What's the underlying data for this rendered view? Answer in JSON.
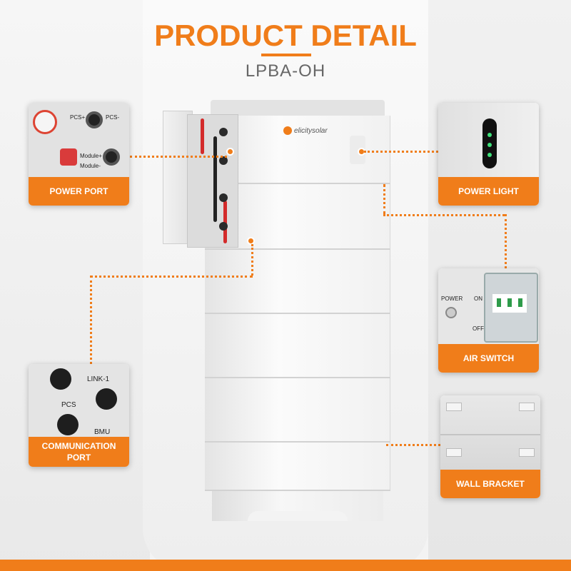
{
  "header": {
    "title": "PRODUCT DETAIL",
    "subtitle": "LPBA-OH"
  },
  "product": {
    "brand": "elicitysolar"
  },
  "callouts": {
    "power_port": {
      "label": "POWER PORT",
      "tags": [
        "PCS+",
        "PCS-",
        "Module+",
        "Module-"
      ]
    },
    "power_light": {
      "label": "POWER LIGHT"
    },
    "air_switch": {
      "label": "AIR SWITCH",
      "tags": [
        "POWER",
        "ON",
        "OFF"
      ]
    },
    "communication_port": {
      "label_line1": "COMMUNICATION",
      "label_line2": "PORT",
      "tags": [
        "LINK-1",
        "PCS",
        "BMU"
      ]
    },
    "wall_bracket": {
      "label": "WALL BRACKET"
    }
  },
  "colors": {
    "accent": "#f07d1a"
  }
}
